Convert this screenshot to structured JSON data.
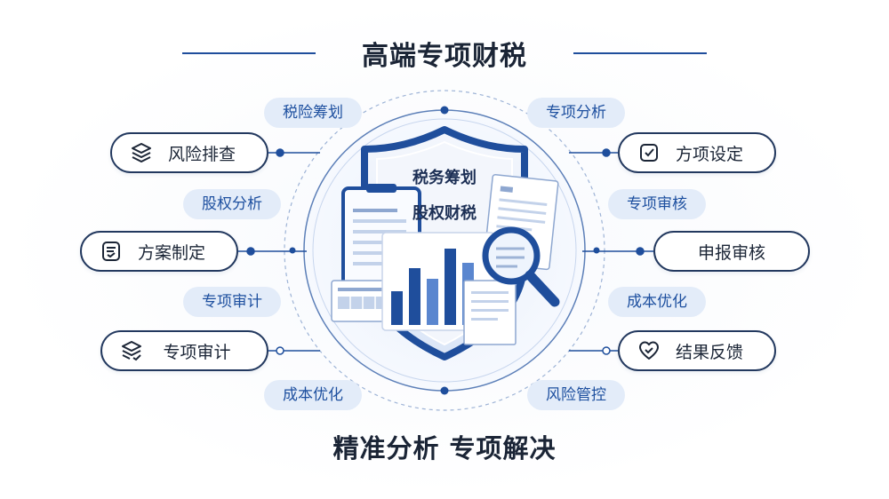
{
  "title": "高端专项财税",
  "subtitle": "精准分析 专项解决",
  "center": {
    "line1": "税务筹划",
    "line2": "股权财税"
  },
  "left_tags": [
    "税险筹划",
    "股权分析",
    "专项审计",
    "成本优化"
  ],
  "right_tags": [
    "专项分析",
    "专项审核",
    "成本优化",
    "风险管控"
  ],
  "left_cards": [
    {
      "label": "风险排查",
      "icon": "layers-icon"
    },
    {
      "label": "方案制定",
      "icon": "document-list-icon"
    },
    {
      "label": "专项审计",
      "icon": "layers-check-icon"
    }
  ],
  "right_cards": [
    {
      "label": "方项设定",
      "icon": "checkbox-icon"
    },
    {
      "label": "申报审核",
      "icon": ""
    },
    {
      "label": "结果反馈",
      "icon": "heart-check-icon"
    }
  ],
  "colors": {
    "accent": "#1f4e9c",
    "tag_bg": "#e3ecf9",
    "text": "#1b2536"
  }
}
